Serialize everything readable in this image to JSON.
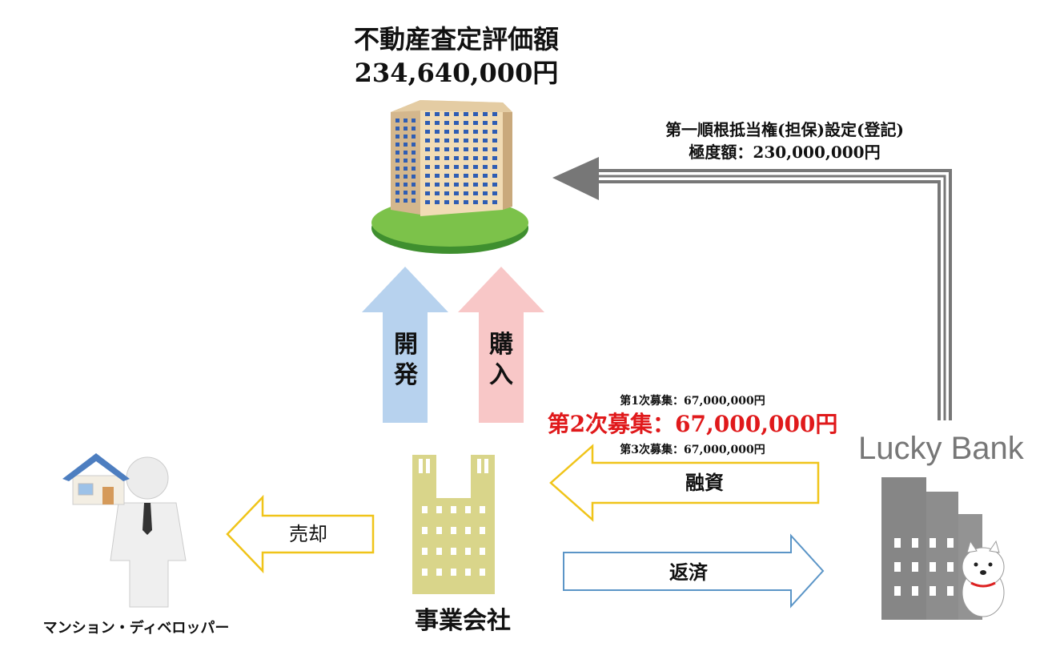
{
  "appraisal": {
    "title": "不動産査定評価額",
    "amount": "234,640,000円"
  },
  "lien": {
    "line1": "第一順根抵当権(担保)設定(登記)",
    "line2": "極度額：230,000,000円"
  },
  "arrows": {
    "develop": [
      "開",
      "発"
    ],
    "purchase": [
      "購",
      "入"
    ],
    "loan": "融資",
    "repay": "返済",
    "sell": "売却"
  },
  "fundraising": {
    "first": "第1次募集：67,000,000円",
    "second": "第2次募集：67,000,000円",
    "third": "第3次募集：67,000,000円"
  },
  "entities": {
    "company": "事業会社",
    "developer": "マンション・ディベロッパー",
    "lender": "Lucky Bank"
  },
  "icons": [
    "building-icon",
    "office-building-icon",
    "house-icon",
    "person-icon",
    "bank-building-icon",
    "dog-icon"
  ],
  "colors": {
    "highlight": "#e0191b",
    "develop_arrow": "#b7d2ee",
    "purchase_arrow": "#f8c7c7",
    "loan_arrow": "#f0c419",
    "repay_arrow": "#5b95c7",
    "sell_arrow": "#f0c419",
    "lien_arrow": "#777777"
  }
}
